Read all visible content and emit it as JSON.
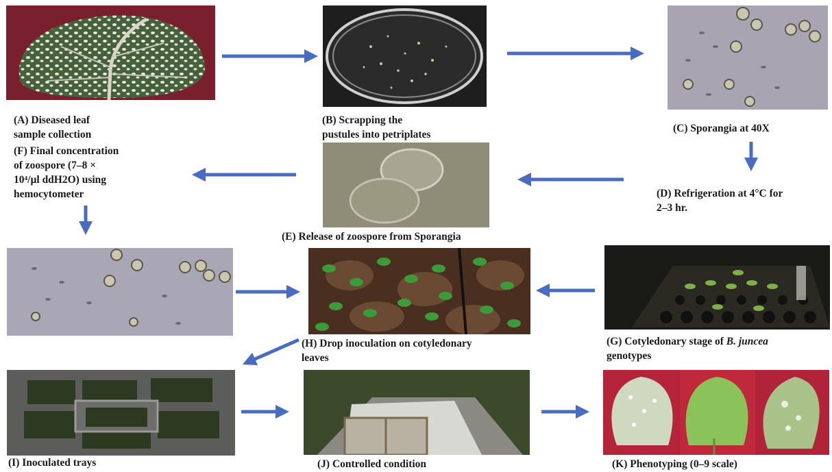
{
  "captions": {
    "a": [
      "(A) Diseased leaf",
      "sample collection"
    ],
    "b": [
      "(B) Scrapping the",
      "pustules into petriplates"
    ],
    "c": [
      "(C) Sporangia at 40X"
    ],
    "d": [
      "(D) Refrigeration at 4°C for",
      "2–3 hr."
    ],
    "e": [
      "(E) Release of zoospore from Sporangia"
    ],
    "f": [
      "(F) Final concentration",
      "of zoospore (7–8 ×",
      "10⁴/µl ddH2O) using",
      "hemocytometer"
    ],
    "g": {
      "prefix": "(G) Cotyledonary stage of ",
      "italic": "B. juncea",
      "line2": "genotypes"
    },
    "h": [
      "(H) Drop inoculation on cotyledonary",
      "leaves"
    ],
    "i": [
      "(I) Inoculated trays"
    ],
    "j": [
      "(J) Controlled condition"
    ],
    "k": [
      "(K) Phenotyping (0–9 scale)"
    ]
  },
  "colors": {
    "arrow": "#4a6cc0",
    "background": "#ffffff",
    "caption": "#1a1a1a"
  }
}
